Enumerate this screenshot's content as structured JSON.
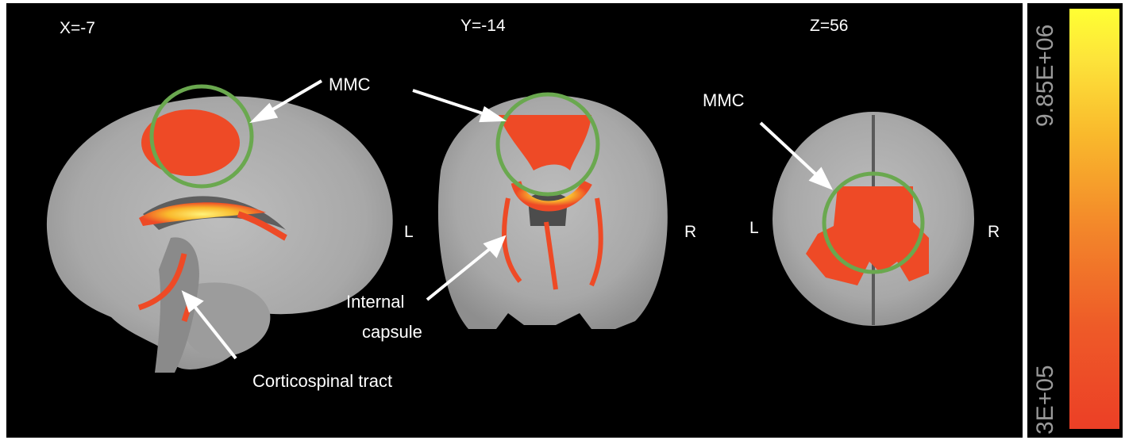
{
  "views": [
    {
      "coordinate": "X=-7"
    },
    {
      "coordinate": "Y=-14",
      "left_label": "L",
      "right_label": "R"
    },
    {
      "coordinate": "Z=56",
      "left_label": "L",
      "right_label": "R"
    }
  ],
  "annotations": {
    "mmc_top": "MMC",
    "mmc_axial": "MMC",
    "internal_capsule_line1": "Internal",
    "internal_capsule_line2": "capsule",
    "corticospinal": "Corticospinal tract"
  },
  "colorbar": {
    "max_label": "9.85E+06",
    "min_label": "3E+05",
    "colors": [
      "#ffff33",
      "#f9b92c",
      "#f3872a",
      "#ec3f26"
    ]
  },
  "colors": {
    "roi_circle": "#6aa84f",
    "activation": "#ee4a26",
    "hotspot": "#ffe14a",
    "arrow": "#ffffff"
  }
}
